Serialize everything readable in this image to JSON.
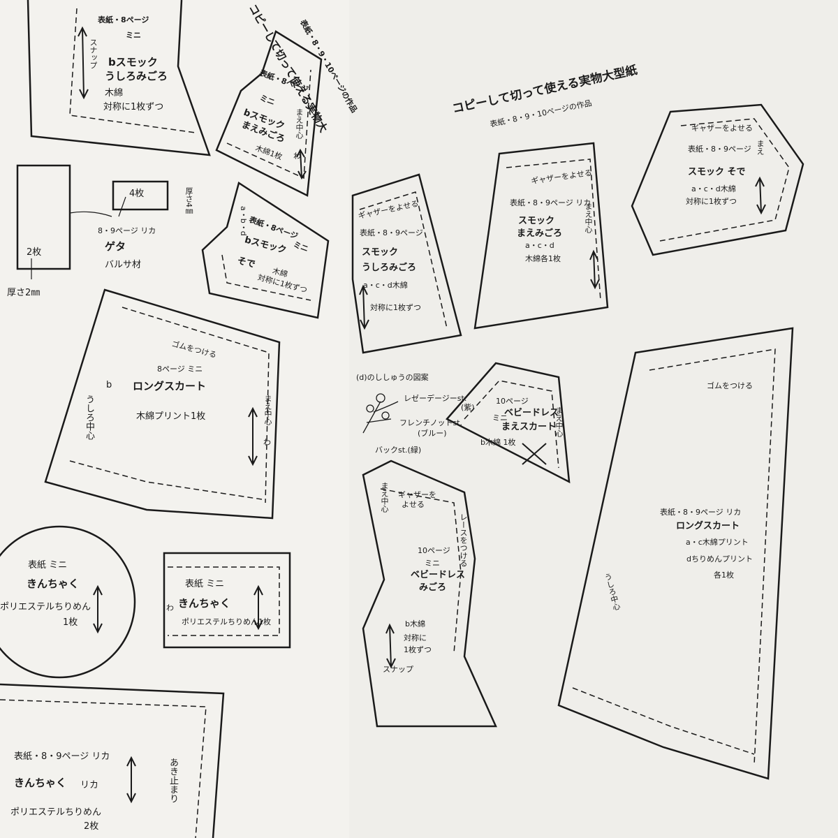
{
  "header": {
    "title": "コピーして切って使える実物大型紙",
    "subtitle": "表紙・8・9・10ページの作品",
    "title_left_fragment": "コピーして切って使える実物大",
    "subtitle_left_fragment": "表紙・8・9・10ページの作品"
  },
  "left_page": {
    "smock_back": [
      "表紙・8ページ",
      "ミニ",
      "bスモック",
      "うしろみごろ",
      "木綿",
      "対称に1枚ずつ"
    ],
    "snap_label": "スナップ",
    "smock_front": [
      "表紙・8ページ",
      "ミニ",
      "bスモック",
      "まえみごろ",
      "木綿1枚"
    ],
    "smock_front_side": "まえ中心",
    "wa": "わ",
    "geta_block": "4枚",
    "geta_thickness": "厚さ4㎜",
    "geta_caption": [
      "8・9ページ リカ",
      "ゲタ",
      "バルサ材"
    ],
    "geta_sole": "2枚",
    "geta_sole_thickness": "厚さ2㎜",
    "smock_sleeve": [
      "表紙・8ページ",
      "ミニ",
      "bスモック",
      "そで",
      "木綿",
      "対称に1枚ずつ"
    ],
    "sleeve_side": "a・b・d",
    "skirt_mini": [
      "ゴムをつける",
      "8ページ ミニ",
      "b",
      "ロングスカート",
      "木綿プリント1枚"
    ],
    "skirt_back": "うしろ中心",
    "skirt_front": "まえ中心",
    "pouch_circle": [
      "表紙 ミニ",
      "きんちゃく",
      "ポリエステルちりめん",
      "1枚"
    ],
    "pouch_rect": [
      "表紙 ミニ",
      "きんちゃく",
      "ポリエステルちりめん1枚"
    ],
    "pouch_rika": [
      "表紙・8・9ページ リカ",
      "きんちゃく",
      "リカ",
      "ポリエステルちりめん",
      "2枚"
    ],
    "opening_stop": "あき止まり"
  },
  "right_page": {
    "smock_back_rika": [
      "ギャザーをよせる",
      "表紙・8・9ページ",
      "スモック",
      "うしろみごろ",
      "a・c・d木綿",
      "対称に1枚ずつ"
    ],
    "smock_front_rika": [
      "ギャザーをよせる",
      "表紙・8・9ページ リカ",
      "スモック",
      "まえみごろ",
      "a・c・d",
      "木綿各1枚"
    ],
    "smock_front_rika_side": "まえ中心",
    "smock_sleeve_rika": [
      "ギャザーをよせる",
      "表紙・8・9ページ",
      "スモック そで",
      "a・c・d木綿",
      "対称に1枚ずつ"
    ],
    "smock_sleeve_side": "まえ",
    "embroidery": [
      "(d)のししゅうの図案",
      "レゼーデージーst.",
      "(紫)",
      "フレンチノットst.",
      "(ブルー)",
      "バックst.(緑)"
    ],
    "baby_skirt": [
      "10ページ",
      "ミニ",
      "ベビードレス",
      "まえスカート",
      "b木綿 1枚"
    ],
    "baby_skirt_side": "まえ中心",
    "baby_bodice": [
      "ギャザーを",
      "よせる",
      "10ページ",
      "ミニ",
      "ベビードレス",
      "みごろ",
      "b木綿",
      "対称に",
      "1枚ずつ",
      "スナップ"
    ],
    "baby_bodice_side": "まえ中心",
    "lace_label": "レースをつける",
    "skirt_rika": [
      "ゴムをつける",
      "表紙・8・9ページ リカ",
      "ロングスカート",
      "a・c木綿プリント",
      "dちりめんプリント",
      "各1枚"
    ],
    "skirt_rika_back": "うしろ中心"
  }
}
